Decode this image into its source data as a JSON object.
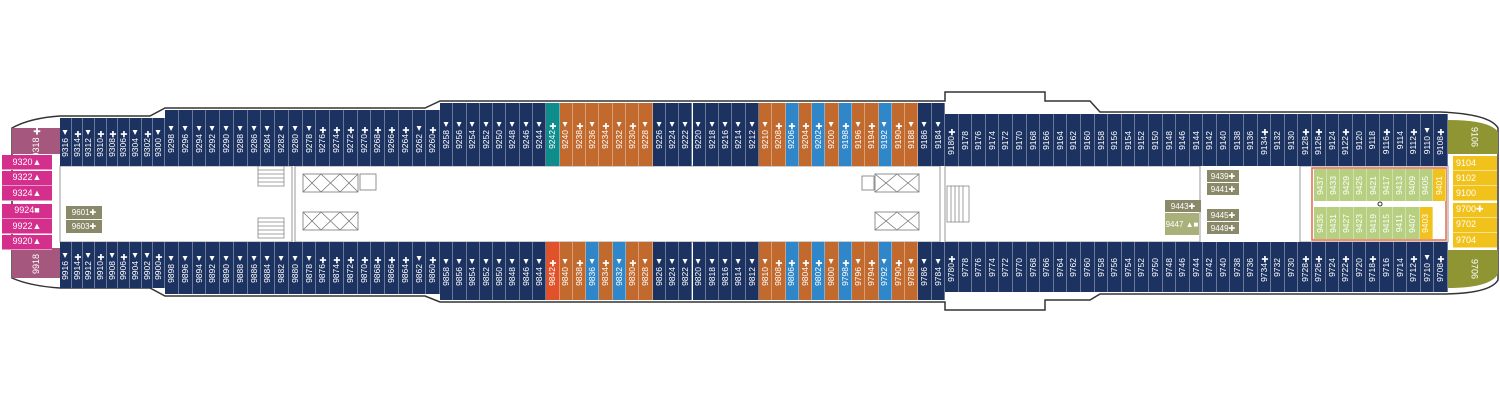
{
  "colors": {
    "navy": "#1c3260",
    "orange": "#c2692d",
    "blue": "#2f86c9",
    "teal": "#0f8c8c",
    "red": "#e0522a",
    "magenta": "#d42f8c",
    "mauve": "#a5577e",
    "olive": "#8a8a6a",
    "lime": "#b6cf80",
    "yellow": "#f1c21b",
    "oliveGold": "#8f9533"
  },
  "top_row_1": [
    "9316▲",
    "9314✚",
    "9312▲",
    "9310✚",
    "9308✚",
    "9306✚",
    "9304▲",
    "9302✚",
    "9300▲"
  ],
  "top_row_2": [
    "9298▲",
    "9296▲",
    "9294▲",
    "9292▲",
    "9290▲",
    "9288▲",
    "9286▲",
    "9284▲",
    "9282▲",
    "9280▲",
    "9278▲",
    "9276✚",
    "9274✚",
    "9272✚",
    "9270✚",
    "9268✚",
    "9266✚",
    "9264✚",
    "9262▲",
    "9260✚"
  ],
  "top_row_3": [
    "9258▲",
    "9256▲",
    "9254▲",
    "9252▲",
    "9250▲",
    "9248▲",
    "9246▲",
    "9244▲",
    "9242✚",
    "9240▲",
    "9238✚",
    "9236▲",
    "9234✚",
    "9232▲",
    "9230✚",
    "9228▲",
    "9226▲",
    "9224▲",
    "9222▲",
    "9220▲",
    "9218▲",
    "9216▲",
    "9214▲",
    "9212▲",
    "9210▲",
    "9208✚",
    "9206✚",
    "9204✚",
    "9202✚",
    "9200▲",
    "9198✚",
    "9196▲",
    "9194✚",
    "9192▲",
    "9190✚",
    "9188▲",
    "9186▲",
    "9184▲"
  ],
  "top_row_3_colors": [
    "navy",
    "navy",
    "navy",
    "navy",
    "navy",
    "navy",
    "navy",
    "navy",
    "teal",
    "orange",
    "orange",
    "orange",
    "orange",
    "orange",
    "orange",
    "orange",
    "navy",
    "navy",
    "navy",
    "navy",
    "navy",
    "navy",
    "navy",
    "navy",
    "orange",
    "orange",
    "blue",
    "orange",
    "blue",
    "orange",
    "blue",
    "orange",
    "orange",
    "blue",
    "orange",
    "orange",
    "navy",
    "navy"
  ],
  "top_row_4": [
    "9180✚",
    "9178",
    "9176",
    "9174",
    "9172",
    "9170",
    "9168",
    "9166",
    "9164",
    "9162",
    "9160",
    "9158",
    "9156",
    "9154",
    "9152",
    "9150",
    "9148",
    "9146",
    "9144",
    "9142",
    "9140",
    "9138",
    "9136",
    "9134✚",
    "9132",
    "9130",
    "9128✚",
    "9126✚",
    "9124",
    "9122✚",
    "9120",
    "9118",
    "9116✚",
    "9114",
    "9112✚",
    "9110▲",
    "9108✚"
  ],
  "bot_row_1": [
    "9916▲",
    "9914✚",
    "9912▲",
    "9910✚",
    "9908▲",
    "9906✚",
    "9904▲",
    "9902▲",
    "9900✚"
  ],
  "bot_row_2": [
    "9898▲",
    "9896▲",
    "9894▲",
    "9892▲",
    "9890▲",
    "9888▲",
    "9886▲",
    "9884▲",
    "9882▲",
    "9880▲",
    "9878▲",
    "9876✚",
    "9874✚",
    "9872✚",
    "9870✚",
    "9868✚",
    "9866✚",
    "9864✚",
    "9862▲",
    "9860✚"
  ],
  "bot_row_3": [
    "9858▲",
    "9856▲",
    "9854▲",
    "9852▲",
    "9850▲",
    "9848▲",
    "9846▲",
    "9844▲",
    "9842✚",
    "9840▲",
    "9838✚",
    "9836▲",
    "9834✚",
    "9832▲",
    "9830✚",
    "9828▲",
    "9826▲",
    "9824▲",
    "9822▲",
    "9820▲",
    "9818▲",
    "9816▲",
    "9814▲",
    "9812▲",
    "9810▲",
    "9808✚",
    "9806✚",
    "9804✚",
    "9802✚",
    "9800▲",
    "9798✚",
    "9796▲",
    "9794✚",
    "9792▲",
    "9790✚",
    "9788▲",
    "9786▲",
    "9784▲"
  ],
  "bot_row_3_colors": [
    "navy",
    "navy",
    "navy",
    "navy",
    "navy",
    "navy",
    "navy",
    "navy",
    "red",
    "orange",
    "orange",
    "blue",
    "orange",
    "blue",
    "orange",
    "orange",
    "navy",
    "navy",
    "navy",
    "navy",
    "navy",
    "navy",
    "navy",
    "navy",
    "orange",
    "orange",
    "blue",
    "orange",
    "blue",
    "orange",
    "blue",
    "orange",
    "orange",
    "blue",
    "orange",
    "orange",
    "navy",
    "navy"
  ],
  "bot_row_4": [
    "9780✚",
    "9778",
    "9776",
    "9774",
    "9772",
    "9770",
    "9768",
    "9766",
    "9764",
    "9762",
    "9760",
    "9758",
    "9756",
    "9754",
    "9752",
    "9750",
    "9748",
    "9746",
    "9744",
    "9742",
    "9740",
    "9738",
    "9736",
    "9734✚",
    "9732",
    "9730",
    "9728✚",
    "9726✚",
    "9724",
    "9722✚",
    "9720",
    "9718✚",
    "9716",
    "9714",
    "9712✚",
    "9710▲",
    "9708✚"
  ],
  "aft_suites": [
    {
      "label": "9320▲",
      "color": "magenta"
    },
    {
      "label": "9322▲",
      "color": "magenta"
    },
    {
      "label": "9324▲",
      "color": "magenta"
    },
    {
      "label": "9924■",
      "color": "magenta"
    },
    {
      "label": "9922▲",
      "color": "magenta"
    },
    {
      "label": "9920▲",
      "color": "magenta"
    }
  ],
  "aft_corner_top": "9318",
  "aft_corner_bottom": "9918",
  "aft_inner": [
    "9601✚",
    "9603✚"
  ],
  "fwd_inner_left": [
    "9439✚",
    "9441✚",
    "9443✚",
    "9447 ▲■",
    "9445✚",
    "9449✚"
  ],
  "fwd_studios_top": [
    "9437",
    "9433",
    "9429",
    "9425",
    "9421",
    "9417",
    "9413",
    "9409",
    "9405",
    "9401"
  ],
  "fwd_studios_bottom": [
    "9435",
    "9431",
    "9427",
    "9423",
    "9419",
    "9415",
    "9411",
    "9407",
    "9403"
  ],
  "fwd_yellow": [
    "9104",
    "9102",
    "9100",
    "9700✚",
    "9702",
    "9704"
  ],
  "fwd_corner_top": "9106",
  "fwd_corner_bottom": "9706"
}
